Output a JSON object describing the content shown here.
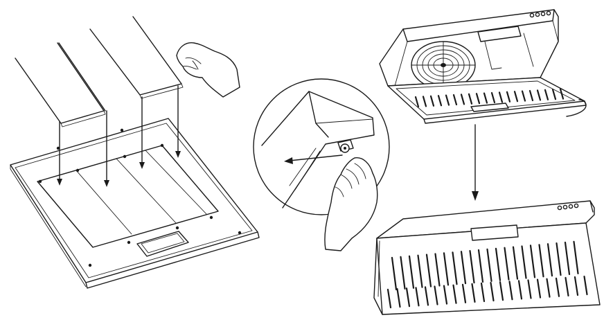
{
  "figure": {
    "panels": [
      {
        "id": "filter-sheets-onto-frame"
      },
      {
        "id": "release-latch-detail"
      },
      {
        "id": "hood-open-underside"
      },
      {
        "id": "hood-closed-underside"
      }
    ],
    "hood_label": "",
    "colors": {
      "line": "#1a1a1a",
      "background": "#ffffff"
    }
  }
}
